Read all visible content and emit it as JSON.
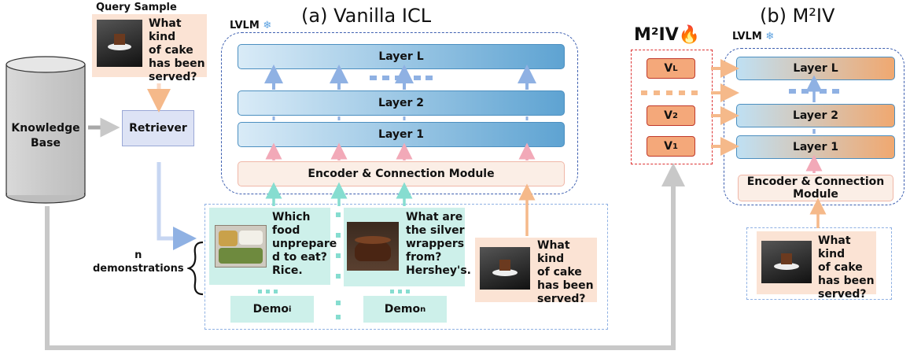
{
  "titles": {
    "vanilla": "(a) Vanilla ICL",
    "m2iv": "(b) M²IV",
    "m2iv_badge": "M²IV"
  },
  "lvlm_label": "LVLM",
  "query_sample_label": "Query Sample",
  "query_text": [
    "What kind",
    "of cake",
    "has been",
    "served?"
  ],
  "knowledge_base": [
    "Knowledge",
    "Base"
  ],
  "retriever": "Retriever",
  "layers": {
    "l": "Layer L",
    "two": "Layer 2",
    "one": "Layer 1"
  },
  "encoder": "Encoder & Connection Module",
  "encoder_b": [
    "Encoder & Connection",
    "Module"
  ],
  "n_demos": [
    "n",
    "demonstrations"
  ],
  "demo1_text": [
    "Which",
    "food",
    "unprepare",
    "d to eat?",
    "Rice."
  ],
  "demo2_text": [
    "What are",
    "the silver",
    "wrappers",
    "from?",
    "Hershey's."
  ],
  "demo_labels": {
    "first": {
      "base": "Demo",
      "sub": "i"
    },
    "last": {
      "base": "Demo",
      "sub": "n"
    }
  },
  "vectors": [
    {
      "base": "V",
      "sub": "L"
    },
    {
      "base": "V",
      "sub": "2"
    },
    {
      "base": "V",
      "sub": "1"
    }
  ],
  "colors": {
    "query_bg": "#fbe3d4",
    "demo_bg": "#cdf0ea",
    "layer_blue": "#5ea3d2",
    "vector_orange": "#f4a87a",
    "arrow_blue": "#8fb1e3",
    "arrow_pink": "#f2a9b8",
    "arrow_teal": "#86ddd0",
    "arrow_orange": "#f5b98a",
    "arrow_gray": "#c8c8c8"
  }
}
